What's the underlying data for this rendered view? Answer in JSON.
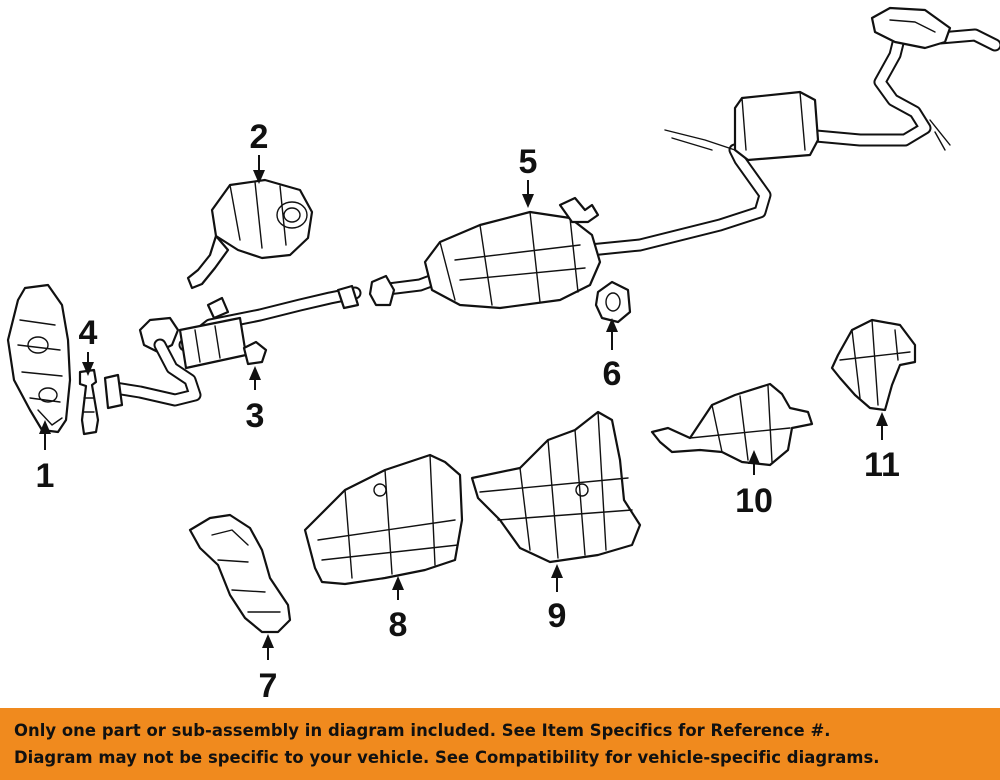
{
  "callouts": {
    "c1": "1",
    "c2": "2",
    "c3": "3",
    "c4": "4",
    "c5": "5",
    "c6": "6",
    "c7": "7",
    "c8": "8",
    "c9": "9",
    "c10": "10",
    "c11": "11"
  },
  "disclaimer": {
    "line1": "Only one part or sub-assembly in diagram included. See Item Specifics for Reference #.",
    "line2": "Diagram may not be specific to your vehicle. See Compatibility for vehicle-specific diagrams."
  },
  "colors": {
    "banner": "#f08a1e",
    "ink": "#111111",
    "background": "#ffffff"
  }
}
